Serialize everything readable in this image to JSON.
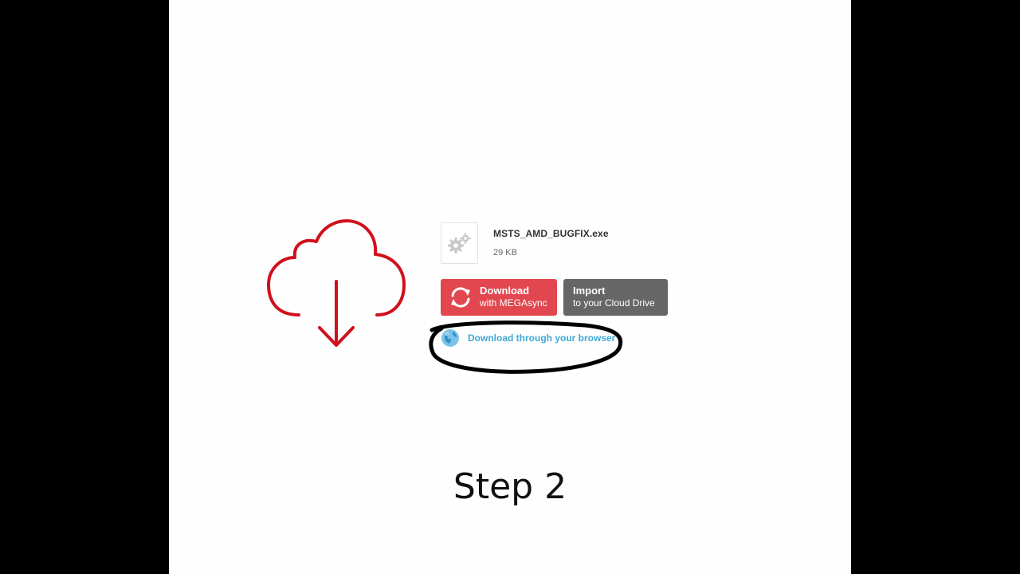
{
  "file": {
    "name": "MSTS_AMD_BUGFIX.exe",
    "size": "29 KB"
  },
  "buttons": {
    "download": {
      "title": "Download",
      "subtitle": "with MEGAsync"
    },
    "import": {
      "title": "Import",
      "subtitle": "to your Cloud Drive"
    }
  },
  "browser_link": {
    "label": "Download through your browser"
  },
  "caption": "Step 2",
  "colors": {
    "brand_red": "#e2474f",
    "import_gray": "#666666",
    "link_blue": "#3fa9d6",
    "cloud_red": "#d0101c"
  },
  "icons": {
    "hero": "cloud-download-icon",
    "file": "gear-file-icon",
    "sync": "sync-icon",
    "browser": "globe-icon"
  }
}
